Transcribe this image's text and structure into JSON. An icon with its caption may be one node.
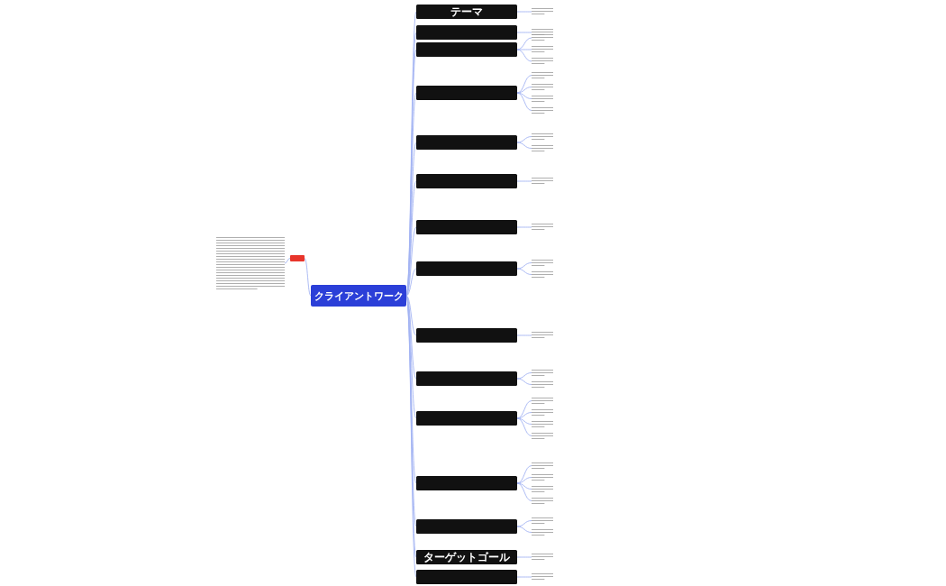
{
  "diagram": {
    "nodes": [
      {
        "text": [],
        "shape": "bar"
      },
      {
        "text": [],
        "shape": "box"
      },
      {
        "text": [
          "クライアントワーク"
        ]
      },
      {
        "text": [
          "テーマ"
        ]
      },
      {
        "text": [],
        "shape": "bar"
      },
      {
        "text": [],
        "shape": "box"
      },
      {
        "text": [],
        "shape": "bar"
      },
      {
        "text": [],
        "shape": "box"
      },
      {
        "text": [],
        "shape": "bar"
      },
      {
        "text": [],
        "shape": "bar"
      },
      {
        "text": [],
        "shape": "bar"
      },
      {
        "text": [],
        "shape": "box"
      },
      {
        "text": [],
        "shape": "bar"
      },
      {
        "text": [],
        "shape": "bar"
      },
      {
        "text": [],
        "shape": "bar"
      },
      {
        "text": [],
        "shape": "bar"
      },
      {
        "text": [],
        "shape": "box"
      },
      {
        "text": [],
        "shape": "bar"
      },
      {
        "text": [],
        "shape": "bar"
      },
      {
        "text": [],
        "shape": "box"
      },
      {
        "text": [],
        "shape": "bar"
      },
      {
        "text": [],
        "shape": "box"
      },
      {
        "text": [],
        "shape": "bar"
      },
      {
        "text": [],
        "shape": "box"
      },
      {
        "text": [],
        "shape": "bar"
      },
      {
        "text": [],
        "shape": "bar"
      },
      {
        "text": [],
        "shape": "box"
      },
      {
        "text": [],
        "shape": "bar"
      },
      {
        "text": [],
        "shape": "box"
      },
      {
        "text": [],
        "shape": "bar"
      },
      {
        "text": [],
        "shape": "bar"
      },
      {
        "text": [],
        "shape": "box"
      },
      {
        "text": [],
        "shape": "bar"
      },
      {
        "text": [],
        "shape": "bar"
      },
      {
        "text": [],
        "shape": "bar"
      },
      {
        "text": [],
        "shape": "bar"
      },
      {
        "text": [],
        "shape": "box"
      },
      {
        "text": [],
        "shape": "bar"
      },
      {
        "text": [],
        "shape": "bar"
      },
      {
        "text": [],
        "shape": "bar"
      },
      {
        "text": [],
        "shape": "bar"
      },
      {
        "text": [],
        "shape": "box"
      },
      {
        "text": [],
        "shape": "bar"
      },
      {
        "text": [],
        "shape": "bar"
      },
      {
        "text": [
          "ターゲットゴール"
        ]
      },
      {
        "text": [],
        "shape": "bar"
      },
      {
        "text": [],
        "shape": "box"
      },
      {
        "text": [],
        "shape": "bar"
      }
    ],
    "edges": [
      {
        "from": 0,
        "to": 1,
        "arrow": "none"
      },
      {
        "from": 1,
        "to": 2,
        "arrow": "none"
      },
      {
        "from": 2,
        "to": 3,
        "arrow": "none"
      },
      {
        "from": 2,
        "to": 5,
        "arrow": "none"
      },
      {
        "from": 2,
        "to": 7,
        "arrow": "none"
      },
      {
        "from": 2,
        "to": 11,
        "arrow": "none"
      },
      {
        "from": 2,
        "to": 16,
        "arrow": "none"
      },
      {
        "from": 2,
        "to": 19,
        "arrow": "none"
      },
      {
        "from": 2,
        "to": 21,
        "arrow": "none"
      },
      {
        "from": 2,
        "to": 23,
        "arrow": "none"
      },
      {
        "from": 2,
        "to": 26,
        "arrow": "none"
      },
      {
        "from": 2,
        "to": 28,
        "arrow": "none"
      },
      {
        "from": 2,
        "to": 31,
        "arrow": "none"
      },
      {
        "from": 2,
        "to": 36,
        "arrow": "none"
      },
      {
        "from": 2,
        "to": 41,
        "arrow": "none"
      },
      {
        "from": 2,
        "to": 44,
        "arrow": "none"
      },
      {
        "from": 2,
        "to": 46,
        "arrow": "none"
      },
      {
        "from": 3,
        "to": 4,
        "arrow": "none"
      },
      {
        "from": 5,
        "to": 6,
        "arrow": "none"
      },
      {
        "from": 7,
        "to": 8,
        "arrow": "none"
      },
      {
        "from": 7,
        "to": 9,
        "arrow": "none"
      },
      {
        "from": 7,
        "to": 10,
        "arrow": "none"
      },
      {
        "from": 11,
        "to": 12,
        "arrow": "none"
      },
      {
        "from": 11,
        "to": 13,
        "arrow": "none"
      },
      {
        "from": 11,
        "to": 14,
        "arrow": "none"
      },
      {
        "from": 11,
        "to": 15,
        "arrow": "none"
      },
      {
        "from": 16,
        "to": 17,
        "arrow": "none"
      },
      {
        "from": 16,
        "to": 18,
        "arrow": "none"
      },
      {
        "from": 19,
        "to": 20,
        "arrow": "none"
      },
      {
        "from": 21,
        "to": 22,
        "arrow": "none"
      },
      {
        "from": 23,
        "to": 24,
        "arrow": "none"
      },
      {
        "from": 23,
        "to": 25,
        "arrow": "none"
      },
      {
        "from": 26,
        "to": 27,
        "arrow": "none"
      },
      {
        "from": 28,
        "to": 29,
        "arrow": "none"
      },
      {
        "from": 28,
        "to": 30,
        "arrow": "none"
      },
      {
        "from": 31,
        "to": 32,
        "arrow": "none"
      },
      {
        "from": 31,
        "to": 33,
        "arrow": "none"
      },
      {
        "from": 31,
        "to": 34,
        "arrow": "none"
      },
      {
        "from": 31,
        "to": 35,
        "arrow": "none"
      },
      {
        "from": 36,
        "to": 37,
        "arrow": "none"
      },
      {
        "from": 36,
        "to": 38,
        "arrow": "none"
      },
      {
        "from": 36,
        "to": 39,
        "arrow": "none"
      },
      {
        "from": 36,
        "to": 40,
        "arrow": "none"
      },
      {
        "from": 41,
        "to": 42,
        "arrow": "none"
      },
      {
        "from": 41,
        "to": 43,
        "arrow": "none"
      },
      {
        "from": 44,
        "to": 45,
        "arrow": "none"
      },
      {
        "from": 46,
        "to": 47,
        "arrow": "none"
      }
    ]
  }
}
